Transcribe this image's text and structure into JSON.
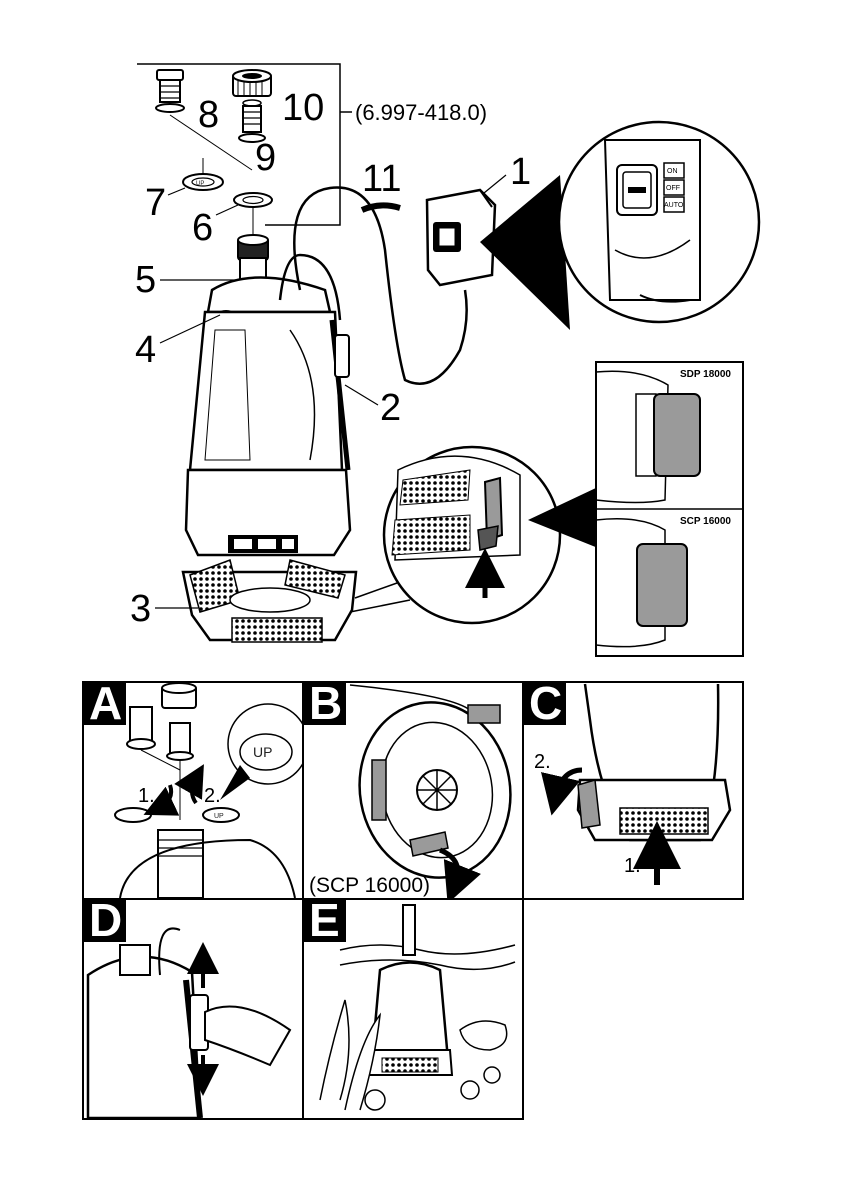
{
  "callouts": {
    "c1": "1",
    "c2": "2",
    "c3": "3",
    "c4": "4",
    "c5": "5",
    "c6": "6",
    "c7": "7",
    "c8": "8",
    "c9": "9",
    "c10": "10",
    "c11": "11"
  },
  "accessory_kit_number": "(6.997-418.0)",
  "switch_labels": {
    "on": "ON",
    "off": "OFF",
    "auto": "AUTO"
  },
  "models": {
    "top": "SDP 18000",
    "bottom": "SCP 16000"
  },
  "panels": {
    "a": {
      "letter": "A",
      "step1": "1.",
      "step2": "2.",
      "cap_text": "UP",
      "washer_text": "UP"
    },
    "b": {
      "letter": "B",
      "note": "(SCP 16000)"
    },
    "c": {
      "letter": "C",
      "step1": "1.",
      "step2": "2."
    },
    "d": {
      "letter": "D"
    },
    "e": {
      "letter": "E"
    }
  },
  "colors": {
    "ink": "#000000",
    "paper": "#ffffff",
    "grey_fill": "#9a9a9a",
    "light_grey": "#d0d0d0"
  }
}
